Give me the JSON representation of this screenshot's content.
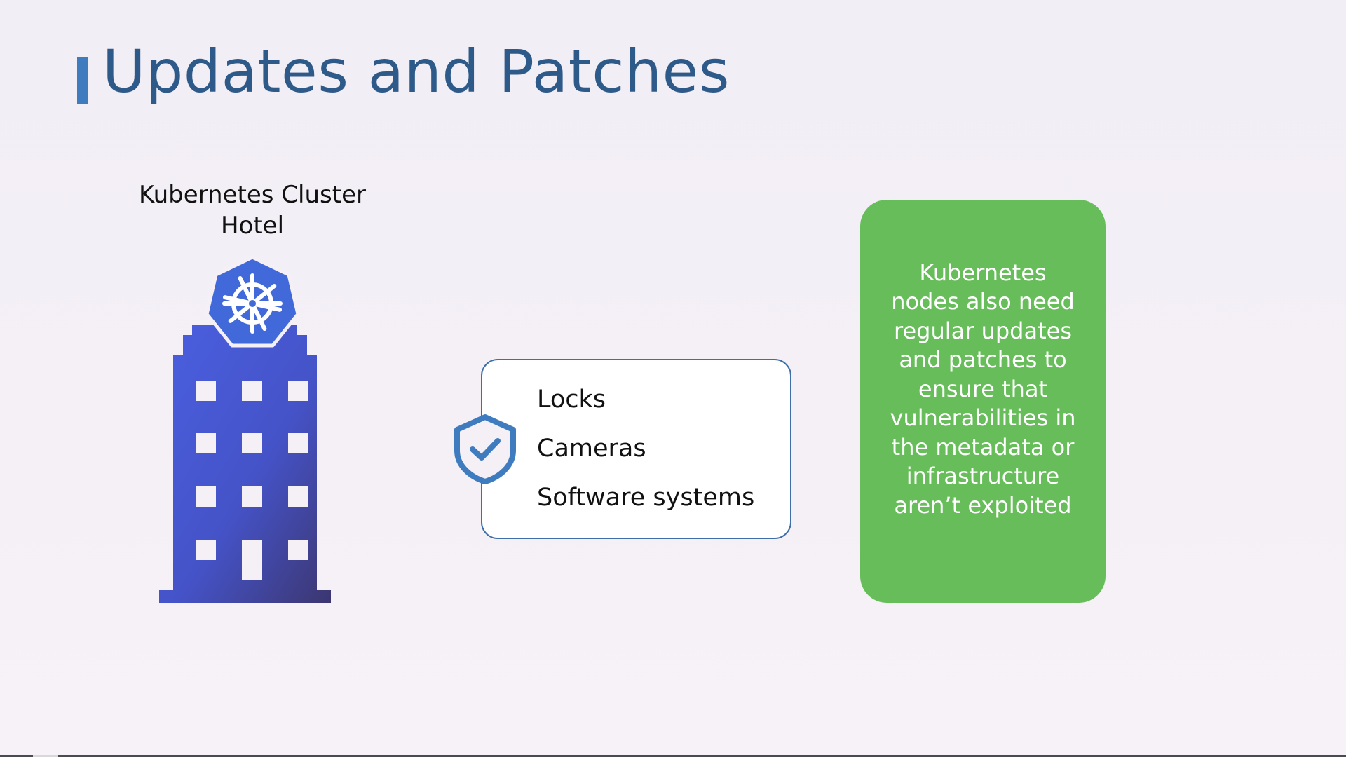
{
  "slide": {
    "title": "Updates and Patches",
    "accent_color": "#3f7cbf",
    "title_color": "#2e5a8a"
  },
  "hotel": {
    "label_line1": "Kubernetes Cluster",
    "label_line2": "Hotel",
    "icon": "kubernetes-hotel-building-icon"
  },
  "security_list": {
    "icon": "shield-check-icon",
    "items": [
      "Locks",
      "Cameras",
      "Software systems"
    ]
  },
  "callout": {
    "text": "Kubernetes nodes also need regular updates and patches to ensure that vulnerabilities in the metadata or infrastructure aren’t exploited",
    "lines": [
      "Kubernetes",
      "nodes also need",
      "regular updates",
      "and patches to",
      "ensure that",
      "vulnerabilities in",
      "the metadata or",
      "infrastructure",
      "aren’t exploited"
    ],
    "background_color": "#68bd5b"
  }
}
